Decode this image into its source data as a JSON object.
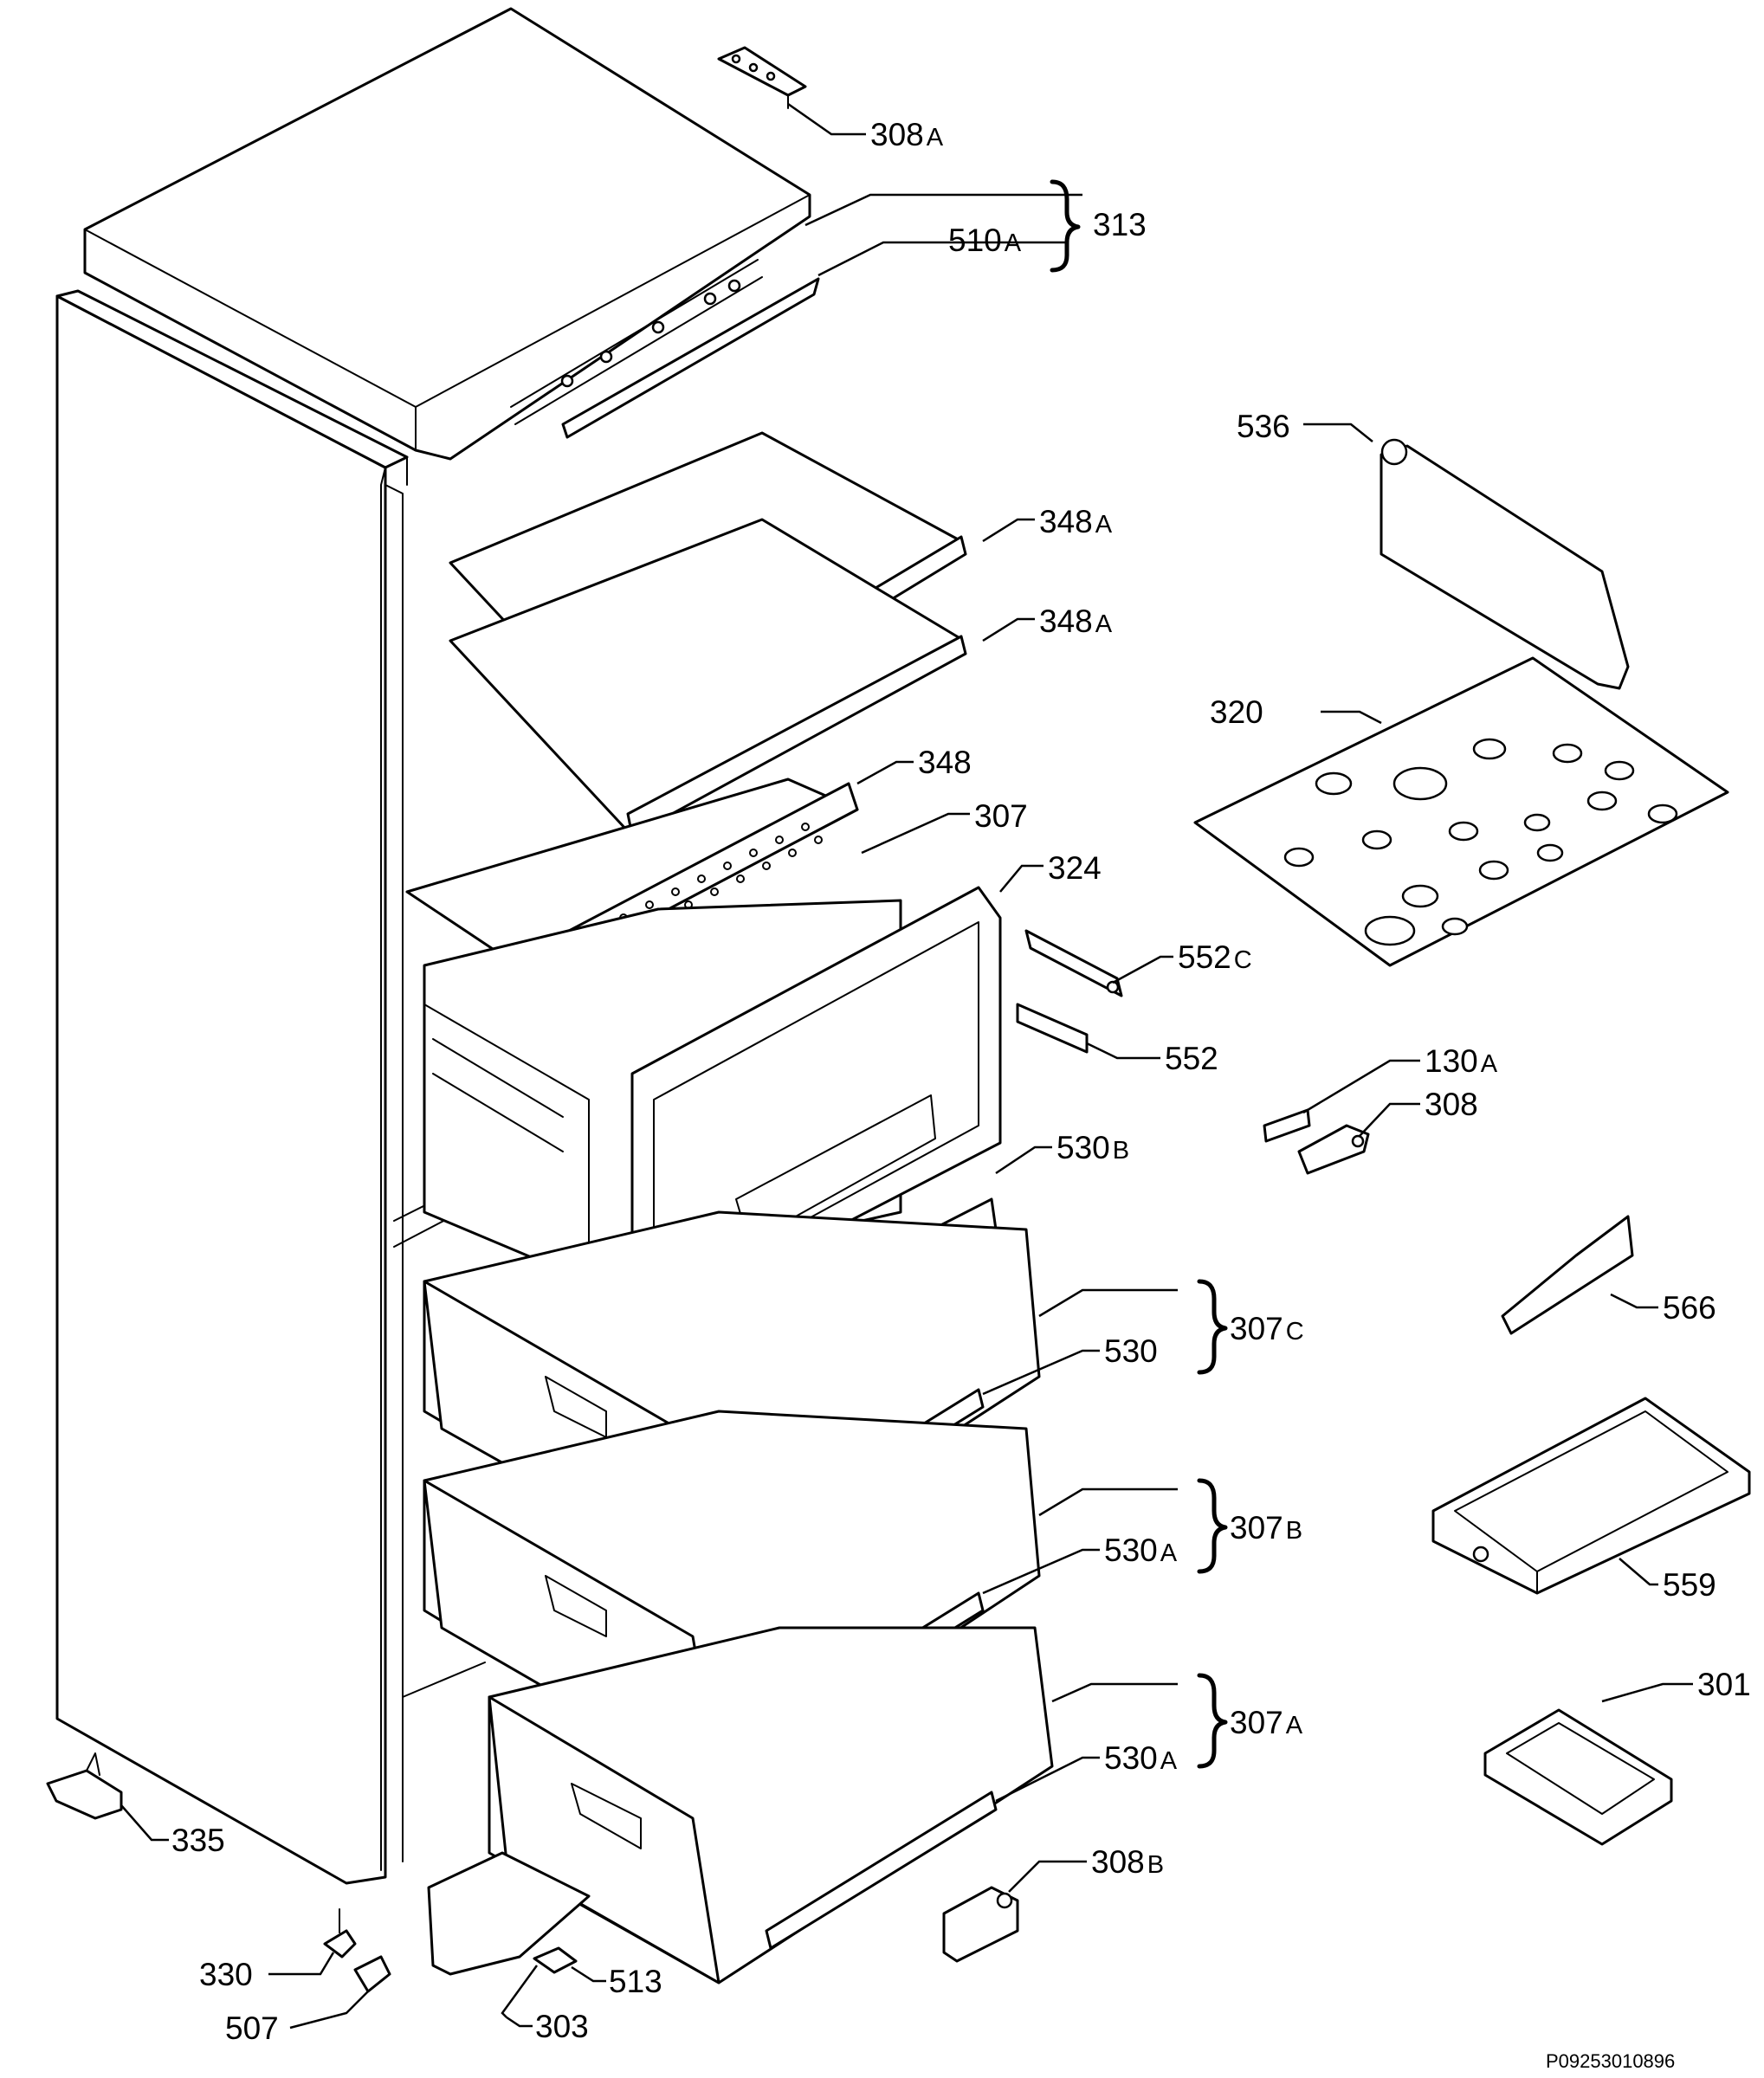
{
  "labels": {
    "l308A": {
      "num": "308",
      "suf": "A"
    },
    "l510A": {
      "num": "510",
      "suf": "A"
    },
    "l313": {
      "num": "313",
      "suf": ""
    },
    "l536": {
      "num": "536",
      "suf": ""
    },
    "l348A_1": {
      "num": "348",
      "suf": "A"
    },
    "l348A_2": {
      "num": "348",
      "suf": "A"
    },
    "l320": {
      "num": "320",
      "suf": ""
    },
    "l348": {
      "num": "348",
      "suf": ""
    },
    "l307": {
      "num": "307",
      "suf": ""
    },
    "l324": {
      "num": "324",
      "suf": ""
    },
    "l552C": {
      "num": "552",
      "suf": "C"
    },
    "l552": {
      "num": "552",
      "suf": ""
    },
    "l130A": {
      "num": "130",
      "suf": "A"
    },
    "l308": {
      "num": "308",
      "suf": ""
    },
    "l530B": {
      "num": "530",
      "suf": "B"
    },
    "l307C": {
      "num": "307",
      "suf": "C"
    },
    "l530": {
      "num": "530",
      "suf": ""
    },
    "l566": {
      "num": "566",
      "suf": ""
    },
    "l307B": {
      "num": "307",
      "suf": "B"
    },
    "l530A_1": {
      "num": "530",
      "suf": "A"
    },
    "l559": {
      "num": "559",
      "suf": ""
    },
    "l307A": {
      "num": "307",
      "suf": "A"
    },
    "l301": {
      "num": "301",
      "suf": ""
    },
    "l530A_2": {
      "num": "530",
      "suf": "A"
    },
    "l335": {
      "num": "335",
      "suf": ""
    },
    "l308B": {
      "num": "308",
      "suf": "B"
    },
    "l330": {
      "num": "330",
      "suf": ""
    },
    "l513": {
      "num": "513",
      "suf": ""
    },
    "l507": {
      "num": "507",
      "suf": ""
    },
    "l303": {
      "num": "303",
      "suf": ""
    }
  },
  "drawing_code": "P09253010896"
}
